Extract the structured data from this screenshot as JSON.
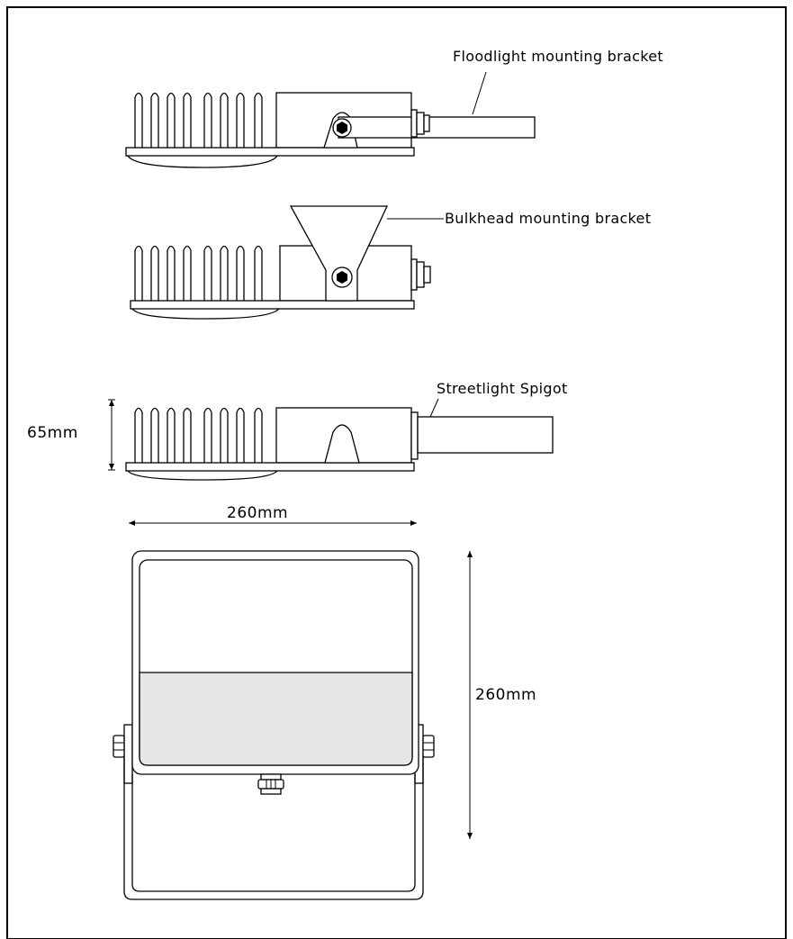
{
  "labels": {
    "floodlight": "Floodlight mounting bracket",
    "bulkhead": "Bulkhead mounting bracket",
    "streetlight": "Streetlight Spigot"
  },
  "dimensions": {
    "height": "65mm",
    "width": "260mm",
    "depth": "260mm"
  },
  "colors": {
    "line": "#000000",
    "lens_fill": "#e6e6e6",
    "background": "#ffffff"
  }
}
